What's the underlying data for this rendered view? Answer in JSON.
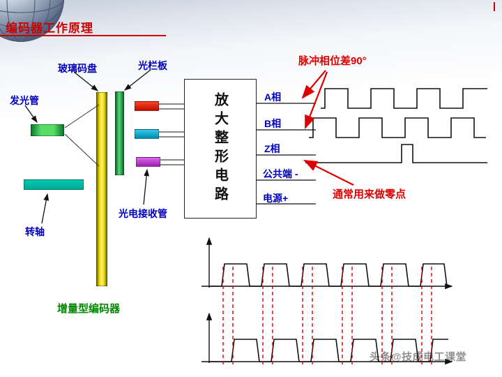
{
  "slide": {
    "title": "编码器工作原理",
    "footer_label": "增量型编码器",
    "watermark": "头条@技成电工课堂"
  },
  "component_labels": {
    "glass_disk": "玻璃码盘",
    "grating": "光栏板",
    "emitter": "发光管",
    "shaft": "转轴",
    "receiver": "光电接收管"
  },
  "circuit_box": {
    "text": "放大整形电路"
  },
  "outputs": [
    {
      "label": "A相"
    },
    {
      "label": "B相"
    },
    {
      "label": "Z相"
    },
    {
      "label": "公共端 -"
    },
    {
      "label": "电源+"
    }
  ],
  "annotations": {
    "phase_diff": "脉冲相位差90°",
    "zero_point": "通常用来做零点"
  },
  "colors": {
    "title_red": "#cc0000",
    "label_blue": "#0000bb",
    "footer_green": "#008800",
    "annotation_red": "#dd0000",
    "disk_yellow": "#f5e000",
    "grating_green": "#22aa44",
    "emitter_green": "#33cc33",
    "shaft_teal": "#00b39b",
    "receiver_red": "#dd2200",
    "receiver_cyan": "#00aacc",
    "receiver_magenta": "#cc44dd"
  }
}
